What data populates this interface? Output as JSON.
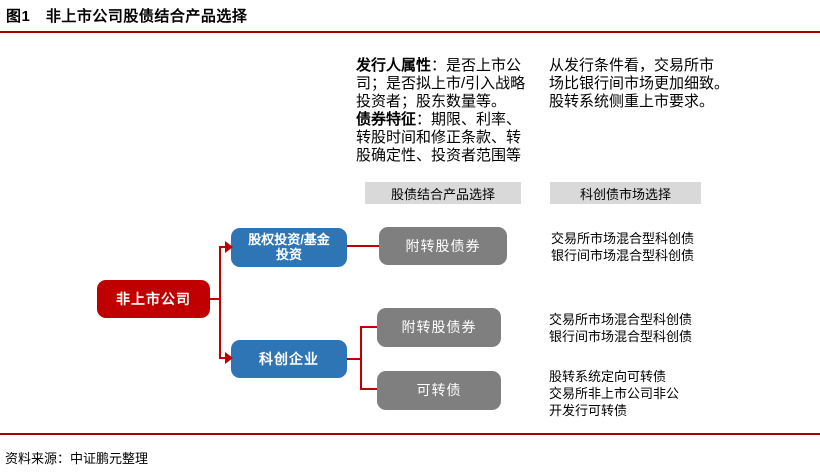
{
  "figure": {
    "title": "图1　非上市公司股债结合产品选择",
    "source": "资料来源：中证鹏元整理"
  },
  "notes": {
    "left": {
      "issuer_label": "发行人属性",
      "issuer_l1_rest": "：是否上市公",
      "l2": "司；是否拟上市/引入战略",
      "l3": "投资者；股东数量等。",
      "bond_label": "债券特征",
      "bond_l1_rest": "：期限、利率、",
      "l5": "转股时间和修正条款、转",
      "l6": "股确定性、投资者范围等"
    },
    "right": {
      "l1": "从发行条件看，交易所市",
      "l2": "场比银行间市场更加细致。",
      "l3": "股转系统侧重上市要求。"
    }
  },
  "headers": {
    "product": "股债结合产品选择",
    "market": "科创债市场选择"
  },
  "nodes": {
    "root": "非上市公司",
    "branch_equity_l1": "股权投资/基金",
    "branch_equity_l2": "投资",
    "branch_tech": "科创企业",
    "product_top": "附转股债券",
    "product_mid": "附转股债券",
    "product_bottom": "可转债"
  },
  "results": {
    "r1": [
      "交易所市场混合型科创债",
      "银行间市场混合型科创债"
    ],
    "r2": [
      "交易所市场混合型科创债",
      "银行间市场混合型科创债"
    ],
    "r3": [
      "股转系统定向可转债",
      "交易所非上市公司非公",
      "开发行可转债"
    ]
  },
  "colors": {
    "red": "#C00000",
    "blue": "#2E75B6",
    "gray": "#7F7F7F",
    "bar": "#D9D9D9",
    "rule": "#A00000"
  }
}
